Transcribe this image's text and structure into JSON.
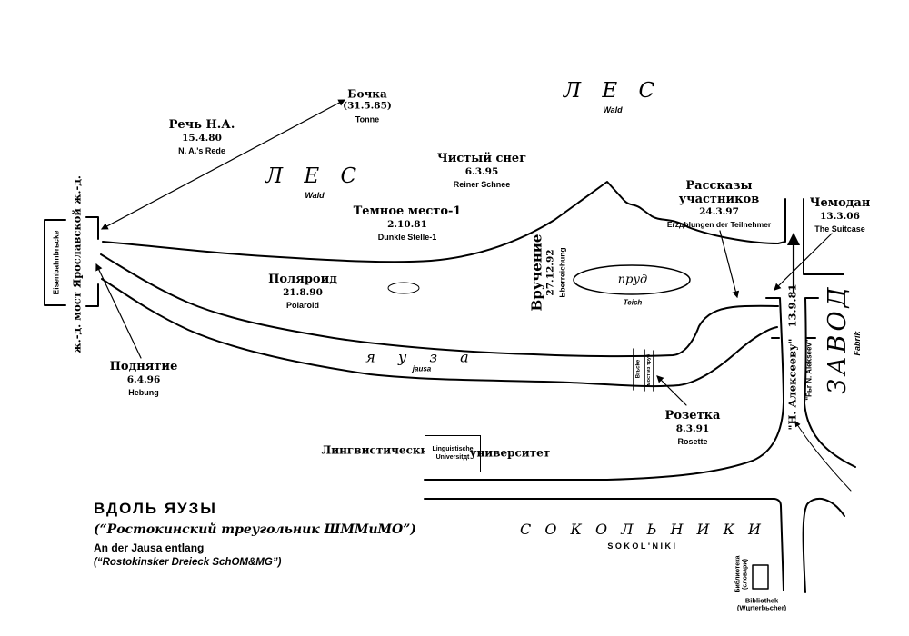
{
  "colors": {
    "ink": "#000000",
    "bg": "#ffffff"
  },
  "events": {
    "rech": {
      "ru": "Речь Н.А.",
      "date": "15.4.80",
      "sub": "N. A.'s Rede"
    },
    "bochka": {
      "ru": "Бочка",
      "date": "(31.5.85)",
      "sub": "Tonne"
    },
    "chisty_sneg": {
      "ru": "Чистый снег",
      "date": "6.3.95",
      "sub": "Reiner Schnee"
    },
    "temnoe_mesto": {
      "ru": "Темное место-1",
      "date": "2.10.81",
      "sub": "Dunkle Stelle-1"
    },
    "polaroid": {
      "ru": "Поляроид",
      "date": "21.8.90",
      "sub": "Polaroid"
    },
    "vruchenie": {
      "ru": "Вручение",
      "date": "27.12.92",
      "sub": "Ьberreichung"
    },
    "rasskazy": {
      "ru1": "Рассказы",
      "ru2": "участников",
      "date": "24.3.97",
      "sub": "Erzдhlungen der Teilnehmer"
    },
    "chemodan": {
      "ru": "Чемодан",
      "date": "13.3.06",
      "sub": "The Suitcase"
    },
    "podnyatie": {
      "ru": "Поднятие",
      "date": "6.4.96",
      "sub": "Hebung"
    },
    "rozetka": {
      "ru": "Розетка",
      "date": "8.3.91",
      "sub": "Rosette"
    }
  },
  "areas": {
    "forest_top": {
      "ru": "Л Е С",
      "sub": "Wald"
    },
    "forest_mid": {
      "ru": "Л Е С",
      "sub": "Wald"
    },
    "river": {
      "ru": "я у з а",
      "sub": "jausa"
    },
    "pond": {
      "ru": "пруд",
      "sub": "Teich"
    },
    "sokolniki": {
      "ru": "С О К О Л Ь Н И К И",
      "sub": "SOKOL'NIKI"
    },
    "factory": {
      "ru": "ЗАВОД",
      "sub": "Fabrik"
    }
  },
  "landmarks": {
    "railway_bridge": {
      "ru": "ж.-д. мост Ярославской ж.-д.",
      "sub": "Eisenbahnbrьcke"
    },
    "street": {
      "ru": "\"Н. Алексееву\"",
      "date": "13.9.81",
      "sub": "\"Fьr N. Alekseev\""
    },
    "pipe_bridge": {
      "de": "Brьcke",
      "ru": "мост из труб"
    },
    "university": {
      "left": "Лингвистический",
      "right": "университет",
      "box1": "Linguistische",
      "box2": "Universitдt"
    },
    "library": {
      "ru1": "Библиотека",
      "ru2": "(словари)",
      "sub1": "Bibliothek",
      "sub2": "(Wцrterbьcher)"
    }
  },
  "title_block": {
    "line1": "ВДОЛЬ  ЯУЗЫ",
    "line2": "(“Ростокинский треугольник ШММиМО”)",
    "line3": "An der Jausa entlang",
    "line4": "(“Rostokinsker Dreieck SchOM&MG”)"
  }
}
